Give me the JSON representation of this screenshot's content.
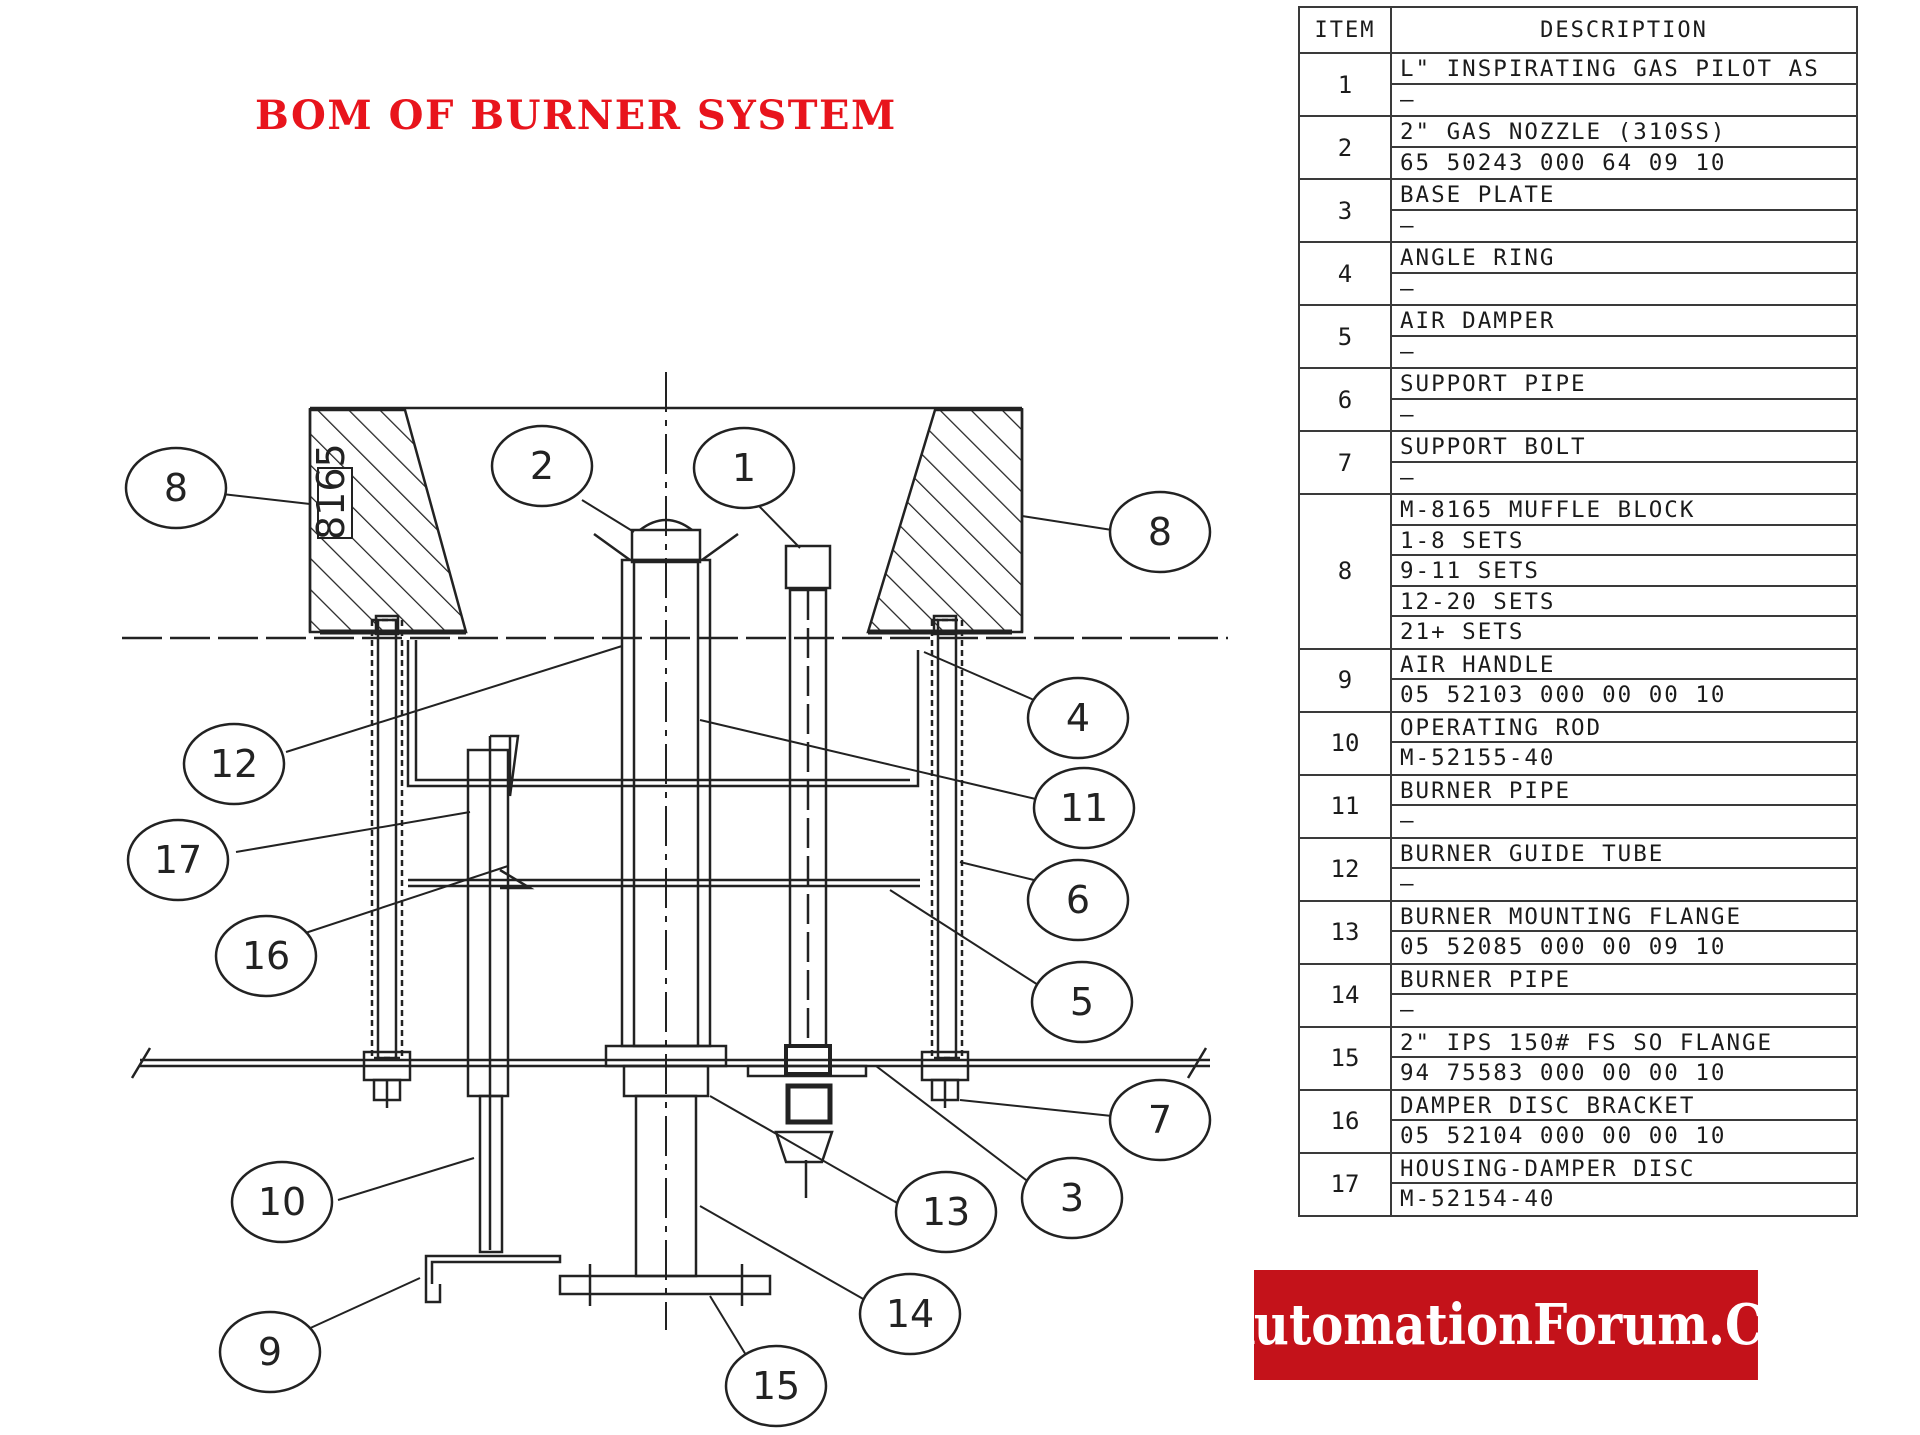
{
  "title": "BOM OF BURNER SYSTEM",
  "table": {
    "headers": {
      "item": "ITEM",
      "description": "DESCRIPTION"
    },
    "rows": [
      {
        "item": "1",
        "lines": [
          "L\" INSPIRATING GAS PILOT AS",
          "–"
        ]
      },
      {
        "item": "2",
        "lines": [
          "2\" GAS NOZZLE (310SS)",
          "65 50243 000 64 09 10"
        ]
      },
      {
        "item": "3",
        "lines": [
          "BASE PLATE",
          "–"
        ]
      },
      {
        "item": "4",
        "lines": [
          "ANGLE RING",
          "–"
        ]
      },
      {
        "item": "5",
        "lines": [
          "AIR DAMPER",
          "–"
        ]
      },
      {
        "item": "6",
        "lines": [
          "SUPPORT PIPE",
          "–"
        ]
      },
      {
        "item": "7",
        "lines": [
          "SUPPORT BOLT",
          "–"
        ]
      },
      {
        "item": "8",
        "lines": [
          "M-8165 MUFFLE BLOCK",
          "1-8 SETS",
          "9-11 SETS",
          "12-20 SETS",
          "21+ SETS"
        ]
      },
      {
        "item": "9",
        "lines": [
          "AIR HANDLE",
          "05 52103 000 00 00 10"
        ]
      },
      {
        "item": "10",
        "lines": [
          "OPERATING ROD",
          "M-52155-40"
        ]
      },
      {
        "item": "11",
        "lines": [
          "BURNER PIPE",
          "–"
        ]
      },
      {
        "item": "12",
        "lines": [
          "BURNER GUIDE TUBE",
          "–"
        ]
      },
      {
        "item": "13",
        "lines": [
          "BURNER MOUNTING FLANGE",
          "05 52085 000 00 09 10"
        ]
      },
      {
        "item": "14",
        "lines": [
          "BURNER PIPE",
          "–"
        ]
      },
      {
        "item": "15",
        "lines": [
          "2\" IPS 150# FS SO FLANGE",
          "94 75583 000 00 00 10"
        ]
      },
      {
        "item": "16",
        "lines": [
          "DAMPER DISC BRACKET",
          "05 52104 000 00 00 10"
        ]
      },
      {
        "item": "17",
        "lines": [
          "HOUSING-DAMPER DISC",
          "M-52154-40"
        ]
      }
    ]
  },
  "diagram": {
    "muffle_block_label": "8165",
    "callouts": [
      "1",
      "2",
      "3",
      "4",
      "5",
      "6",
      "7",
      "8",
      "8",
      "9",
      "10",
      "11",
      "12",
      "13",
      "14",
      "15",
      "16",
      "17"
    ]
  },
  "watermark": "AutomationForum.Co",
  "colors": {
    "title": "#e8141c",
    "badge": "#c4121a",
    "line": "#222222"
  }
}
